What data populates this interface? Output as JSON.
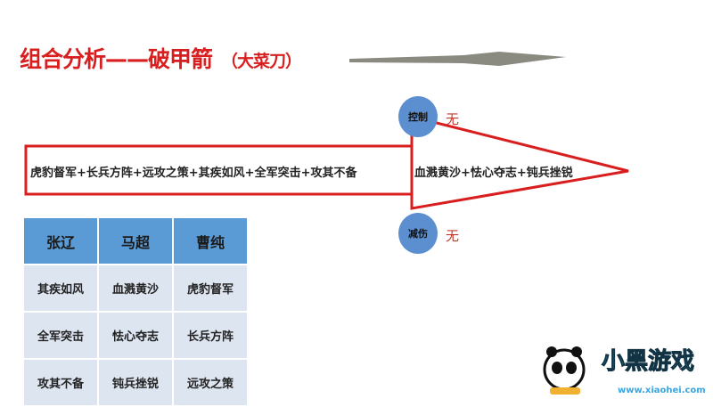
{
  "title": {
    "main": "组合分析——破甲箭",
    "sub": "（大菜刀）"
  },
  "arrow": {
    "body_text": "虎豹督军+长兵方阵+远攻之策+其疾如风+全军突击+攻其不备",
    "head_text": "血溅黄沙+怯心夺志+钝兵挫锐",
    "color": "#d81e1e"
  },
  "stats": [
    {
      "label": "控制",
      "value": "无"
    },
    {
      "label": "减伤",
      "value": "无"
    }
  ],
  "table": {
    "headers": [
      "张辽",
      "马超",
      "曹纯"
    ],
    "rows": [
      [
        "其疾如风",
        "血溅黄沙",
        "虎豹督军"
      ],
      [
        "全军突击",
        "怯心夺志",
        "长兵方阵"
      ],
      [
        "攻其不备",
        "钝兵挫锐",
        "远攻之策"
      ]
    ]
  },
  "logo": {
    "text": "小黑游戏",
    "url": "www.xiaohei.com"
  }
}
